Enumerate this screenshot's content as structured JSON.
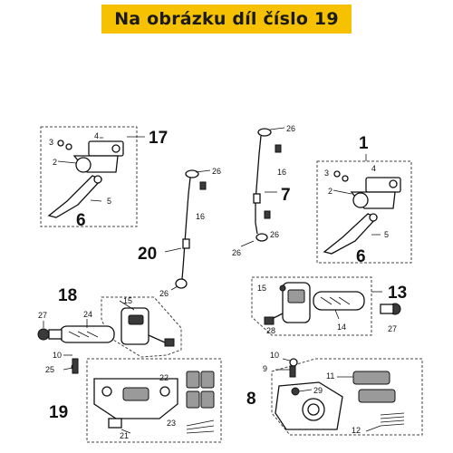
{
  "banner": {
    "text": "Na obrázku díl číslo 19"
  },
  "callouts": {
    "c1": "1",
    "c2a": "2",
    "c3a": "3",
    "c4a": "4",
    "c5a": "5",
    "c6a": "6",
    "c17": "17",
    "c2b": "2",
    "c3b": "3",
    "c4b": "4",
    "c5b": "5",
    "c6b": "6",
    "c26a": "26",
    "c16a": "16",
    "c20": "20",
    "c26b": "26",
    "c26c": "26",
    "c16b": "16",
    "c7": "7",
    "c26d": "26",
    "c26e": "26",
    "c18": "18",
    "c15a": "15",
    "c24": "24",
    "c27a": "27",
    "c13": "13",
    "c15b": "15",
    "c28": "28",
    "c14": "14",
    "c27b": "27",
    "c10a": "10",
    "c25": "25",
    "c19": "19",
    "c22": "22",
    "c21": "21",
    "c23": "23",
    "c10b": "10",
    "c9": "9",
    "c29": "29",
    "c8": "8",
    "c11": "11",
    "c12": "12"
  },
  "colors": {
    "banner_bg": "#f6c100",
    "banner_text": "#1a1a1a",
    "ink": "#111111"
  }
}
